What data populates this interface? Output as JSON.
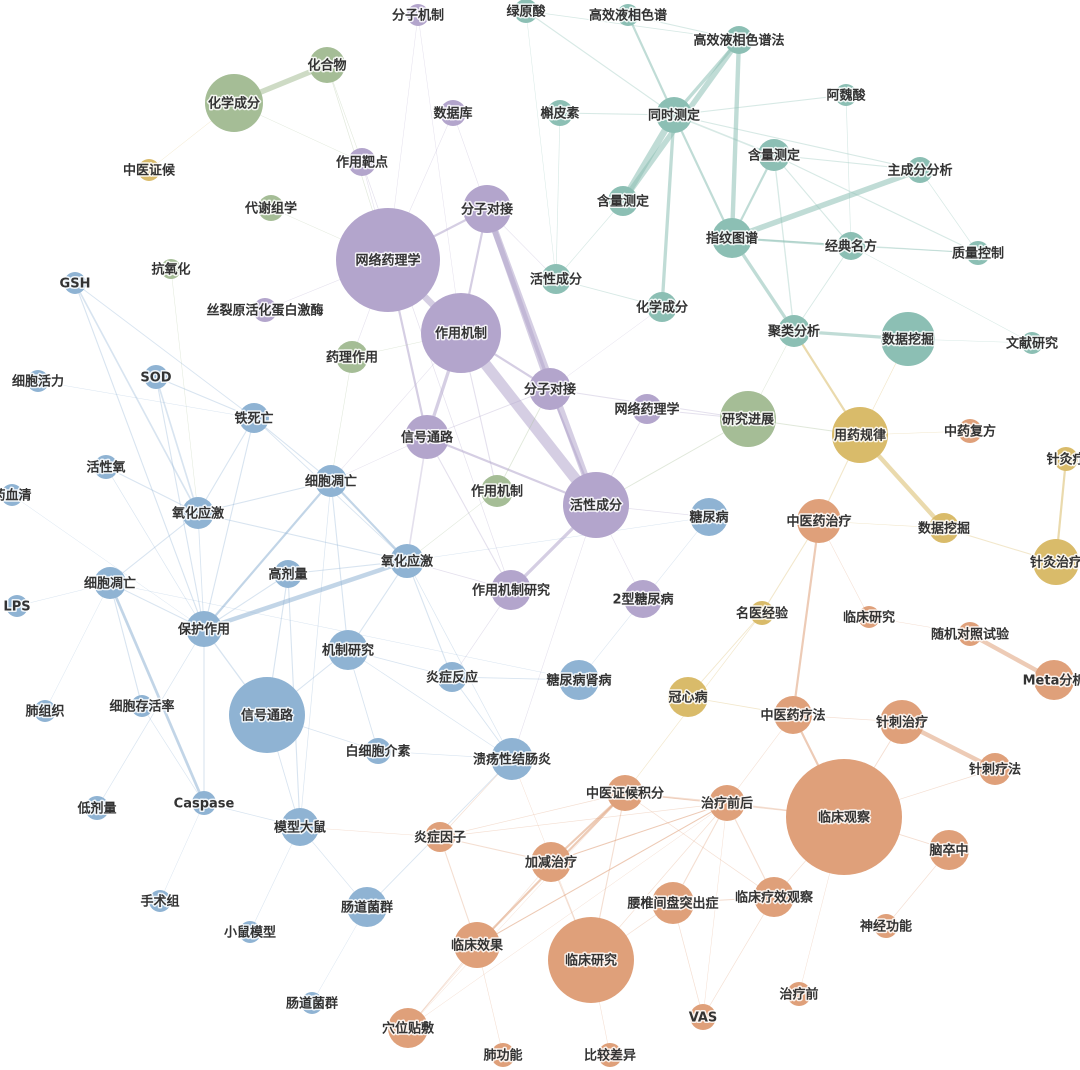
{
  "colors": {
    "purple": "#b3a5cc",
    "teal": "#8cbfb4",
    "green": "#a5bd96",
    "blue": "#8fb3d3",
    "orange": "#dfa07a",
    "gold": "#d9bb6a"
  },
  "nodes": [
    {
      "id": "n1",
      "label": "网络药理学",
      "c": "purple"
    },
    {
      "id": "n2",
      "label": "作用机制",
      "c": "purple"
    },
    {
      "id": "n3",
      "label": "分子对接",
      "c": "purple"
    },
    {
      "id": "n4",
      "label": "分子对接",
      "c": "purple"
    },
    {
      "id": "n5",
      "label": "活性成分",
      "c": "purple"
    },
    {
      "id": "n6",
      "label": "信号通路",
      "c": "purple"
    },
    {
      "id": "n7",
      "label": "作用机制研究",
      "c": "purple"
    },
    {
      "id": "n8",
      "label": "网络药理学",
      "c": "purple"
    },
    {
      "id": "n9",
      "label": "2型糖尿病",
      "c": "purple"
    },
    {
      "id": "n10",
      "label": "分子机制",
      "c": "purple"
    },
    {
      "id": "n11",
      "label": "数据库",
      "c": "purple"
    },
    {
      "id": "n12",
      "label": "作用靶点",
      "c": "purple"
    },
    {
      "id": "n13",
      "label": "丝裂原活化蛋白激酶",
      "c": "purple"
    },
    {
      "id": "t1",
      "label": "绿原酸",
      "c": "teal"
    },
    {
      "id": "t2",
      "label": "高效液相色谱",
      "c": "teal"
    },
    {
      "id": "t3",
      "label": "高效液相色谱法",
      "c": "teal"
    },
    {
      "id": "t4",
      "label": "同时测定",
      "c": "teal"
    },
    {
      "id": "t5",
      "label": "槲皮素",
      "c": "teal"
    },
    {
      "id": "t6",
      "label": "阿魏酸",
      "c": "teal"
    },
    {
      "id": "t7",
      "label": "含量测定",
      "c": "teal"
    },
    {
      "id": "t8",
      "label": "主成分分析",
      "c": "teal"
    },
    {
      "id": "t9",
      "label": "含量测定",
      "c": "teal"
    },
    {
      "id": "t10",
      "label": "指纹图谱",
      "c": "teal"
    },
    {
      "id": "t11",
      "label": "经典名方",
      "c": "teal"
    },
    {
      "id": "t12",
      "label": "质量控制",
      "c": "teal"
    },
    {
      "id": "t13",
      "label": "活性成分",
      "c": "teal"
    },
    {
      "id": "t14",
      "label": "化学成分",
      "c": "teal"
    },
    {
      "id": "t15",
      "label": "聚类分析",
      "c": "teal"
    },
    {
      "id": "t16",
      "label": "数据挖掘",
      "c": "teal"
    },
    {
      "id": "t17",
      "label": "文献研究",
      "c": "teal"
    },
    {
      "id": "g1",
      "label": "化学成分",
      "c": "green"
    },
    {
      "id": "g2",
      "label": "化合物",
      "c": "green"
    },
    {
      "id": "g3",
      "label": "代谢组学",
      "c": "green"
    },
    {
      "id": "g4",
      "label": "抗氧化",
      "c": "green"
    },
    {
      "id": "g5",
      "label": "药理作用",
      "c": "green"
    },
    {
      "id": "g6",
      "label": "研究进展",
      "c": "green"
    },
    {
      "id": "g7",
      "label": "作用机制",
      "c": "green"
    },
    {
      "id": "y1",
      "label": "中医证候",
      "c": "gold"
    },
    {
      "id": "y2",
      "label": "用药规律",
      "c": "gold"
    },
    {
      "id": "y3",
      "label": "数据挖掘",
      "c": "gold"
    },
    {
      "id": "y4",
      "label": "针灸疗",
      "c": "gold"
    },
    {
      "id": "y5",
      "label": "针灸治疗",
      "c": "gold"
    },
    {
      "id": "y6",
      "label": "名医经验",
      "c": "gold"
    },
    {
      "id": "y7",
      "label": "冠心病",
      "c": "gold"
    },
    {
      "id": "b1",
      "label": "GSH",
      "c": "blue"
    },
    {
      "id": "b2",
      "label": "SOD",
      "c": "blue"
    },
    {
      "id": "b3",
      "label": "细胞活力",
      "c": "blue"
    },
    {
      "id": "b4",
      "label": "铁死亡",
      "c": "blue"
    },
    {
      "id": "b5",
      "label": "活性氧",
      "c": "blue"
    },
    {
      "id": "b6",
      "label": "药血清",
      "c": "blue"
    },
    {
      "id": "b7",
      "label": "细胞凋亡",
      "c": "blue"
    },
    {
      "id": "b8",
      "label": "氧化应激",
      "c": "blue"
    },
    {
      "id": "b9",
      "label": "细胞凋亡",
      "c": "blue"
    },
    {
      "id": "b10",
      "label": "LPS",
      "c": "blue"
    },
    {
      "id": "b11",
      "label": "高剂量",
      "c": "blue"
    },
    {
      "id": "b12",
      "label": "氧化应激",
      "c": "blue"
    },
    {
      "id": "b13",
      "label": "保护作用",
      "c": "blue"
    },
    {
      "id": "b14",
      "label": "机制研究",
      "c": "blue"
    },
    {
      "id": "b15",
      "label": "炎症反应",
      "c": "blue"
    },
    {
      "id": "b16",
      "label": "糖尿病",
      "c": "blue"
    },
    {
      "id": "b17",
      "label": "糖尿病肾病",
      "c": "blue"
    },
    {
      "id": "b18",
      "label": "肺组织",
      "c": "blue"
    },
    {
      "id": "b19",
      "label": "细胞存活率",
      "c": "blue"
    },
    {
      "id": "b20",
      "label": "信号通路",
      "c": "blue"
    },
    {
      "id": "b21",
      "label": "白细胞介素",
      "c": "blue"
    },
    {
      "id": "b22",
      "label": "溃疡性结肠炎",
      "c": "blue"
    },
    {
      "id": "b23",
      "label": "低剂量",
      "c": "blue"
    },
    {
      "id": "b24",
      "label": "Caspase",
      "c": "blue"
    },
    {
      "id": "b25",
      "label": "模型大鼠",
      "c": "blue"
    },
    {
      "id": "b26",
      "label": "手术组",
      "c": "blue"
    },
    {
      "id": "b27",
      "label": "肠道菌群",
      "c": "blue"
    },
    {
      "id": "b28",
      "label": "小鼠模型",
      "c": "blue"
    },
    {
      "id": "b29",
      "label": "肠道菌群",
      "c": "blue"
    },
    {
      "id": "o1",
      "label": "中药复方",
      "c": "orange"
    },
    {
      "id": "o2",
      "label": "中医药治疗",
      "c": "orange"
    },
    {
      "id": "o3",
      "label": "临床研究",
      "c": "orange"
    },
    {
      "id": "o4",
      "label": "随机对照试验",
      "c": "orange"
    },
    {
      "id": "o5",
      "label": "Meta分析",
      "c": "orange"
    },
    {
      "id": "o6",
      "label": "中医药疗法",
      "c": "orange"
    },
    {
      "id": "o7",
      "label": "针刺治疗",
      "c": "orange"
    },
    {
      "id": "o8",
      "label": "针刺疗法",
      "c": "orange"
    },
    {
      "id": "o9",
      "label": "中医证候积分",
      "c": "orange"
    },
    {
      "id": "o10",
      "label": "治疗前后",
      "c": "orange"
    },
    {
      "id": "o11",
      "label": "临床观察",
      "c": "orange"
    },
    {
      "id": "o12",
      "label": "炎症因子",
      "c": "orange"
    },
    {
      "id": "o13",
      "label": "加减治疗",
      "c": "orange"
    },
    {
      "id": "o14",
      "label": "脑卒中",
      "c": "orange"
    },
    {
      "id": "o15",
      "label": "腰椎间盘突出症",
      "c": "orange"
    },
    {
      "id": "o16",
      "label": "临床疗效观察",
      "c": "orange"
    },
    {
      "id": "o17",
      "label": "神经功能",
      "c": "orange"
    },
    {
      "id": "o18",
      "label": "临床效果",
      "c": "orange"
    },
    {
      "id": "o19",
      "label": "临床研究",
      "c": "orange"
    },
    {
      "id": "o20",
      "label": "VAS",
      "c": "orange"
    },
    {
      "id": "o21",
      "label": "治疗前",
      "c": "orange"
    },
    {
      "id": "o22",
      "label": "穴位贴敷",
      "c": "orange"
    },
    {
      "id": "o23",
      "label": "肺功能",
      "c": "orange"
    },
    {
      "id": "o24",
      "label": "比较差异",
      "c": "orange"
    }
  ]
}
